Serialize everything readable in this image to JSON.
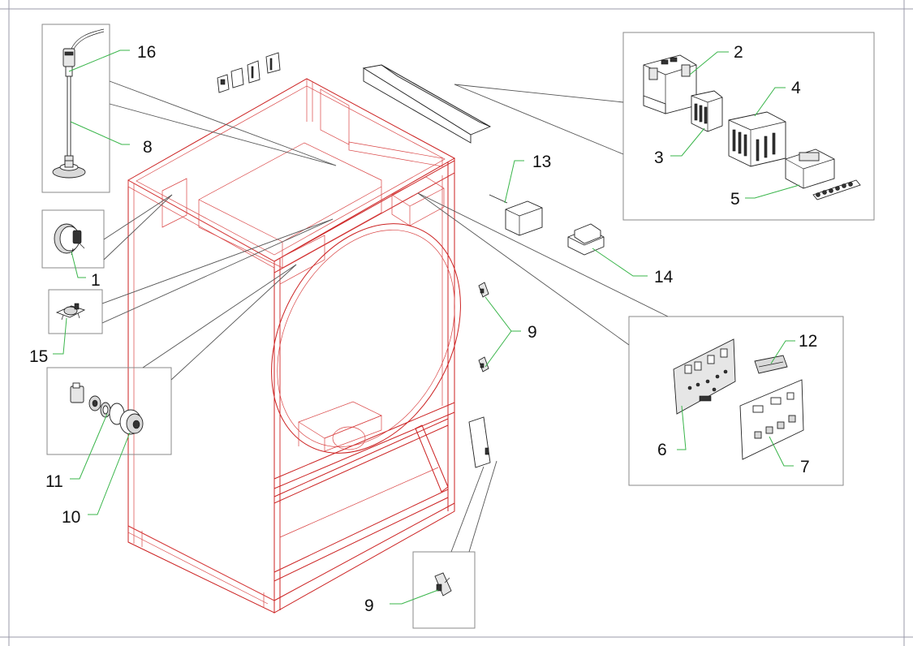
{
  "callouts": [
    {
      "id": "c16",
      "text": "16"
    },
    {
      "id": "c8",
      "text": "8"
    },
    {
      "id": "c1",
      "text": "1"
    },
    {
      "id": "c15",
      "text": "15"
    },
    {
      "id": "c11",
      "text": "11"
    },
    {
      "id": "c10",
      "text": "10"
    },
    {
      "id": "c2",
      "text": "2"
    },
    {
      "id": "c4",
      "text": "4"
    },
    {
      "id": "c3",
      "text": "3"
    },
    {
      "id": "c5",
      "text": "5"
    },
    {
      "id": "c13",
      "text": "13"
    },
    {
      "id": "c14",
      "text": "14"
    },
    {
      "id": "c9a",
      "text": "9"
    },
    {
      "id": "c12",
      "text": "12"
    },
    {
      "id": "c6",
      "text": "6"
    },
    {
      "id": "c7",
      "text": "7"
    },
    {
      "id": "c9b",
      "text": "9"
    }
  ],
  "colors": {
    "frame": "#cc2222",
    "leader_green": "#39b54a",
    "leader_gray": "#555555",
    "box_border": "#8a8a8a",
    "page_border": "#9a9aaa"
  }
}
